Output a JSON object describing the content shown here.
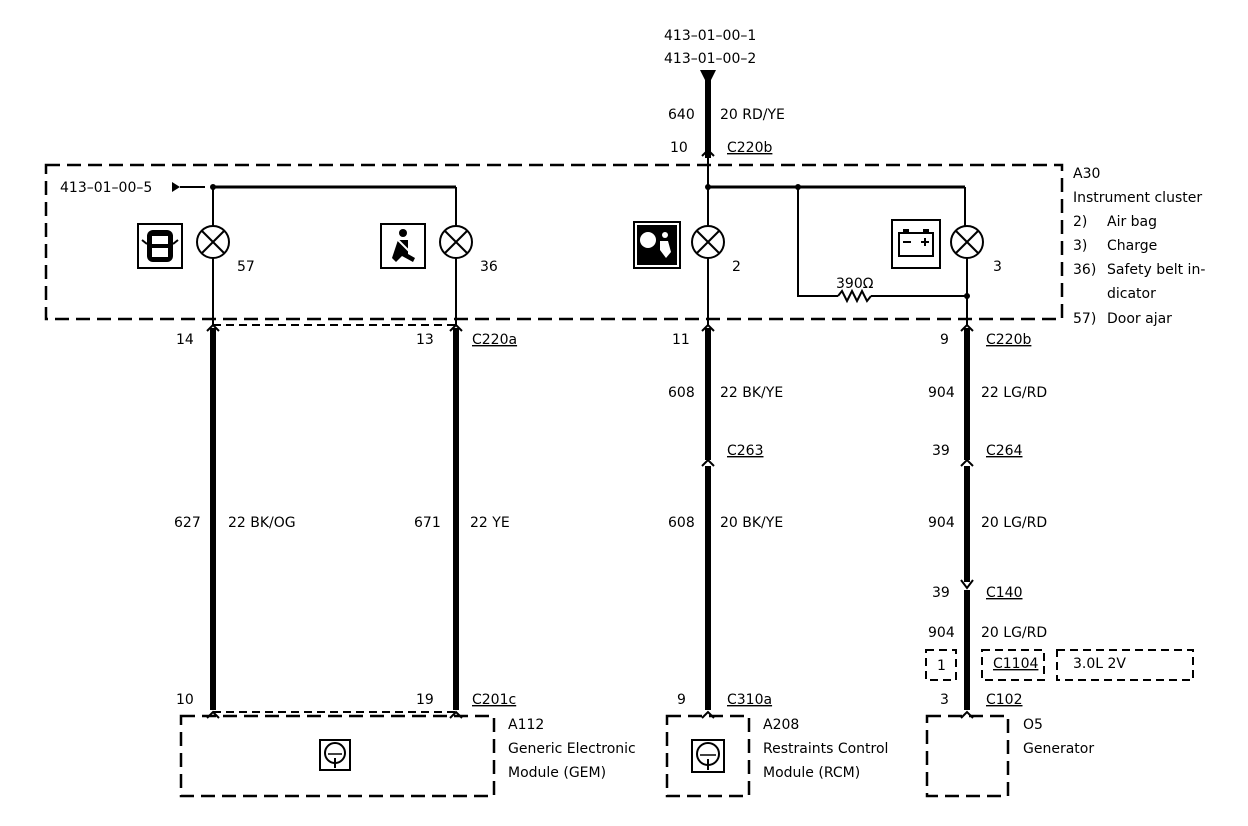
{
  "refs": {
    "top_ref_1": "413–01–00–1",
    "top_ref_2": "413–01–00–2",
    "left_ref": "413–01–00–5"
  },
  "top_wire": {
    "circuit": "640",
    "gauge_color": "20 RD/YE",
    "pin": "10",
    "connector": "C220b"
  },
  "cluster": {
    "id": "A30",
    "name": "Instrument cluster",
    "legend": [
      {
        "num": "2)",
        "text": "Air bag"
      },
      {
        "num": "3)",
        "text": "Charge"
      },
      {
        "num": "36)",
        "text": "Safety belt in-"
      },
      {
        "num": "",
        "text": "dicator"
      },
      {
        "num": "57)",
        "text": "Door ajar"
      }
    ],
    "lamps": {
      "door": "57",
      "belt": "36",
      "airbag": "2",
      "charge": "3"
    },
    "resistor": "390Ω"
  },
  "wires": {
    "w1": {
      "pin_top": "14",
      "circuit": "627",
      "gauge_color": "22 BK/OG",
      "pin_bottom": "10"
    },
    "w2": {
      "pin_top": "13",
      "connector_top": "C220a",
      "circuit": "671",
      "gauge_color": "22 YE",
      "pin_bottom": "19",
      "connector_bottom": "C201c"
    },
    "w3": {
      "pin_top": "11",
      "circuit_a": "608",
      "gauge_color_a": "22 BK/YE",
      "connector_mid": "C263",
      "circuit_b": "608",
      "gauge_color_b": "20 BK/YE",
      "pin_bottom": "9",
      "connector_bottom": "C310a"
    },
    "w4": {
      "pin_top": "9",
      "connector_top": "C220b",
      "circuit_a": "904",
      "gauge_color_a": "22 LG/RD",
      "pin_c264": "39",
      "connector_c264": "C264",
      "circuit_b": "904",
      "gauge_color_b": "20 LG/RD",
      "pin_c140": "39",
      "connector_c140": "C140",
      "circuit_c": "904",
      "gauge_color_c": "20 LG/RD",
      "box_pin": "1",
      "connector_c1104": "C1104",
      "engine": "3.0L 2V",
      "pin_bottom": "3",
      "connector_bottom": "C102"
    }
  },
  "modules": {
    "gem": {
      "id": "A112",
      "line1": "Generic Electronic",
      "line2": "Module (GEM)"
    },
    "rcm": {
      "id": "A208",
      "line1": "Restraints Control",
      "line2": "Module (RCM)"
    },
    "gen": {
      "id": "O5",
      "line1": "Generator"
    }
  }
}
